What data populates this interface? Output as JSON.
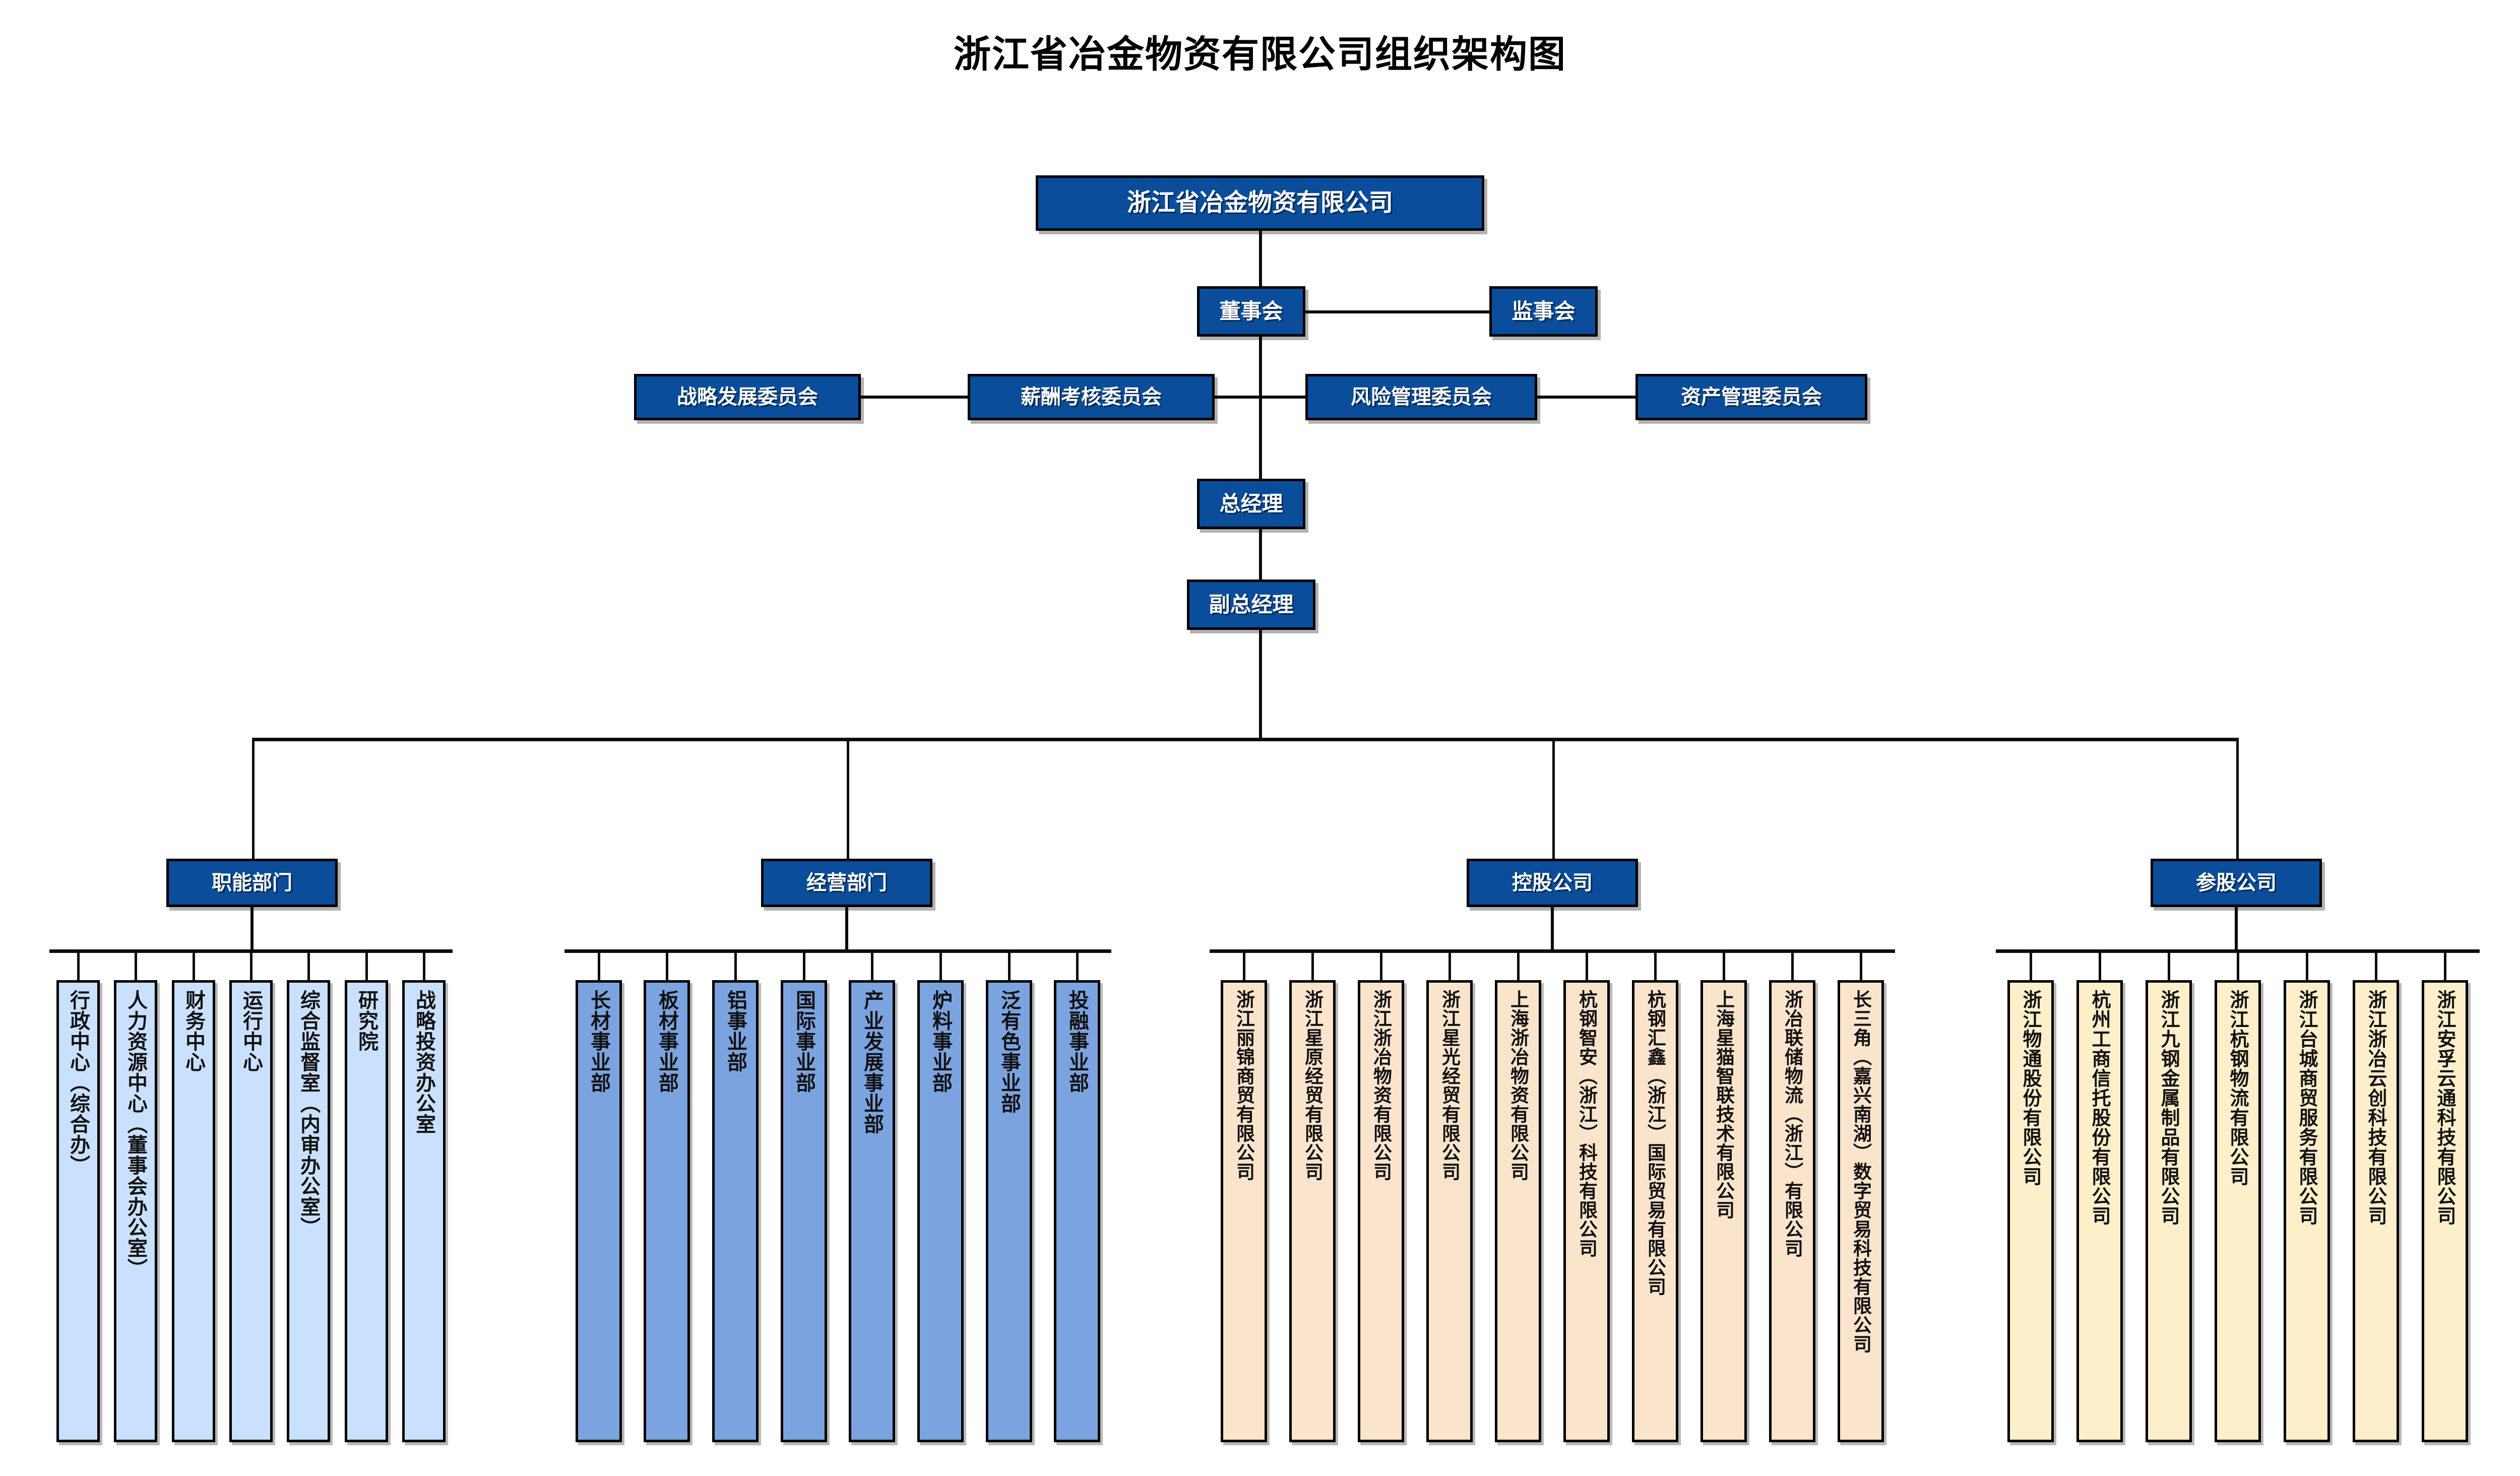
{
  "title": "浙江省冶金物资有限公司组织架构图",
  "colors": {
    "dark_blue": "#0A4D9B",
    "light_blue": "#C9E1FF",
    "medium_blue": "#7BA3DF",
    "peach": "#FBE4CC",
    "cream": "#FDEFC9",
    "line": "#0B0B0B",
    "text_on_dark": "#FFFFFF",
    "text_dark": "#111111"
  },
  "top": {
    "company": "浙江省冶金物资有限公司",
    "board": "董事会",
    "supervisors": "监事会",
    "general_manager": "总经理",
    "deputy_general_manager": "副总经理"
  },
  "committees": [
    {
      "label": "战略发展委员会"
    },
    {
      "label": "薪酬考核委员会"
    },
    {
      "label": "风险管理委员会"
    },
    {
      "label": "资产管理委员会"
    }
  ],
  "groups": [
    {
      "key": "functional",
      "label": "职能部门"
    },
    {
      "key": "business",
      "label": "经营部门"
    },
    {
      "key": "holding",
      "label": "控股公司"
    },
    {
      "key": "participating",
      "label": "参股公司"
    }
  ],
  "functional_departments": [
    {
      "label": "行政中心（综合办）"
    },
    {
      "label": "人力资源中心（董事会办公室）"
    },
    {
      "label": "财务中心"
    },
    {
      "label": "运行中心"
    },
    {
      "label": "综合监督室（内审办公室）"
    },
    {
      "label": "研究院"
    },
    {
      "label": "战略投资办公室"
    }
  ],
  "business_divisions": [
    {
      "label": "长材事业部"
    },
    {
      "label": "板材事业部"
    },
    {
      "label": "铝事业部"
    },
    {
      "label": "国际事业部"
    },
    {
      "label": "产业发展事业部"
    },
    {
      "label": "炉料事业部"
    },
    {
      "label": "泛有色事业部"
    },
    {
      "label": "投融事业部"
    }
  ],
  "holding_companies": [
    {
      "label": "浙江丽锦商贸有限公司"
    },
    {
      "label": "浙江星原经贸有限公司"
    },
    {
      "label": "浙江浙冶物资有限公司"
    },
    {
      "label": "浙江星光经贸有限公司"
    },
    {
      "label": "上海浙冶物资有限公司"
    },
    {
      "label": "杭钢智安（浙江）科技有限公司"
    },
    {
      "label": "杭钢汇鑫（浙江）国际贸易有限公司"
    },
    {
      "label": "上海星猫智联技术有限公司"
    },
    {
      "label": "浙冶联储物流（浙江）有限公司"
    },
    {
      "label": "长三角（嘉兴南湖）数字贸易科技有限公司"
    }
  ],
  "participating_companies": [
    {
      "label": "浙江物通股份有限公司"
    },
    {
      "label": "杭州工商信托股份有限公司"
    },
    {
      "label": "浙江九钢金属制品有限公司"
    },
    {
      "label": "浙江杭钢物流有限公司"
    },
    {
      "label": "浙江台城商贸服务有限公司"
    },
    {
      "label": "浙江浙冶云创科技有限公司"
    },
    {
      "label": "浙江安孚云通科技有限公司"
    }
  ]
}
